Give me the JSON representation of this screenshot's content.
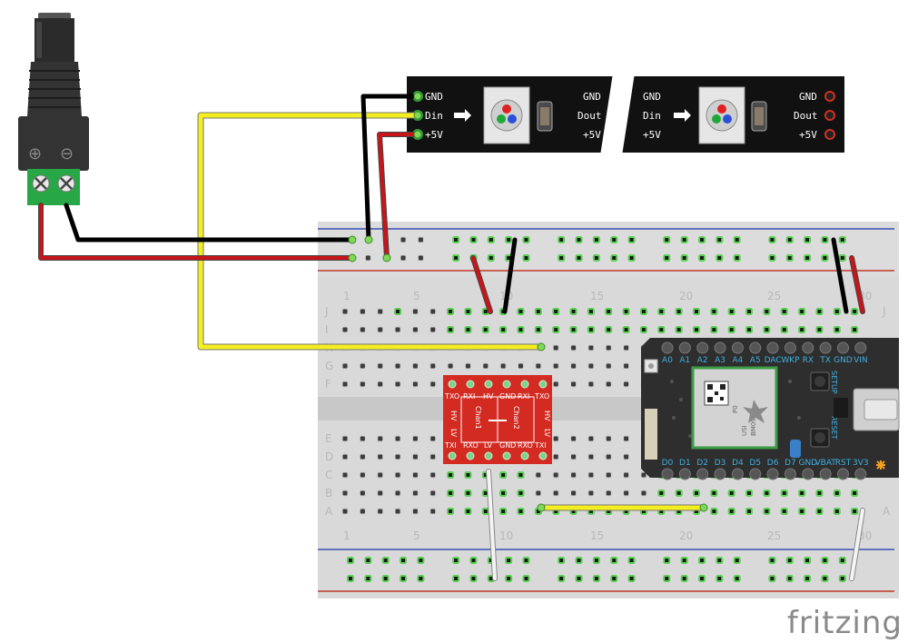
{
  "strip": {
    "seg1": {
      "gnd": "GND",
      "din": "Din",
      "v5": "+5V",
      "gnd_out": "GND",
      "dout": "Dout",
      "v5_out": "+5V"
    },
    "seg2": {
      "gnd": "GND",
      "din": "Din",
      "v5": "+5V",
      "gnd_out": "GND",
      "dout": "Dout",
      "v5_out": "+5V"
    }
  },
  "jack": {
    "plus": "⊕",
    "minus": "⊖"
  },
  "breadboard": {
    "col_numbers": [
      "1",
      "5",
      "10",
      "15",
      "20",
      "25",
      "30"
    ],
    "row_letters_top": [
      "J",
      "I",
      "H",
      "G",
      "F"
    ],
    "row_letters_bottom": [
      "E",
      "D",
      "C",
      "B",
      "A"
    ]
  },
  "level_shifter": {
    "top_labels": [
      "TXO",
      "RXI",
      "HV",
      "GND",
      "RXI",
      "TXO"
    ],
    "bottom_labels": [
      "TXI",
      "RXO",
      "LV",
      "GND",
      "RXO",
      "TXI"
    ],
    "side_hv": "HV",
    "side_lv": "LV",
    "chan1": "Chan1",
    "chan2": "Chan2"
  },
  "photon": {
    "top_pins": [
      "A0",
      "A1",
      "A2",
      "A3",
      "A4",
      "A5",
      "DAC",
      "WKP",
      "RX",
      "TX",
      "GND",
      "VIN"
    ],
    "bottom_pins": [
      "D0",
      "D1",
      "D2",
      "D3",
      "D4",
      "D5",
      "D6",
      "D7",
      "GND",
      "VBAT",
      "RST",
      "3V3"
    ],
    "setup": "SETUP",
    "reset": "RESET",
    "module_lines": [
      "P0",
      "USI",
      "BM09"
    ]
  },
  "watermark": "fritzing"
}
